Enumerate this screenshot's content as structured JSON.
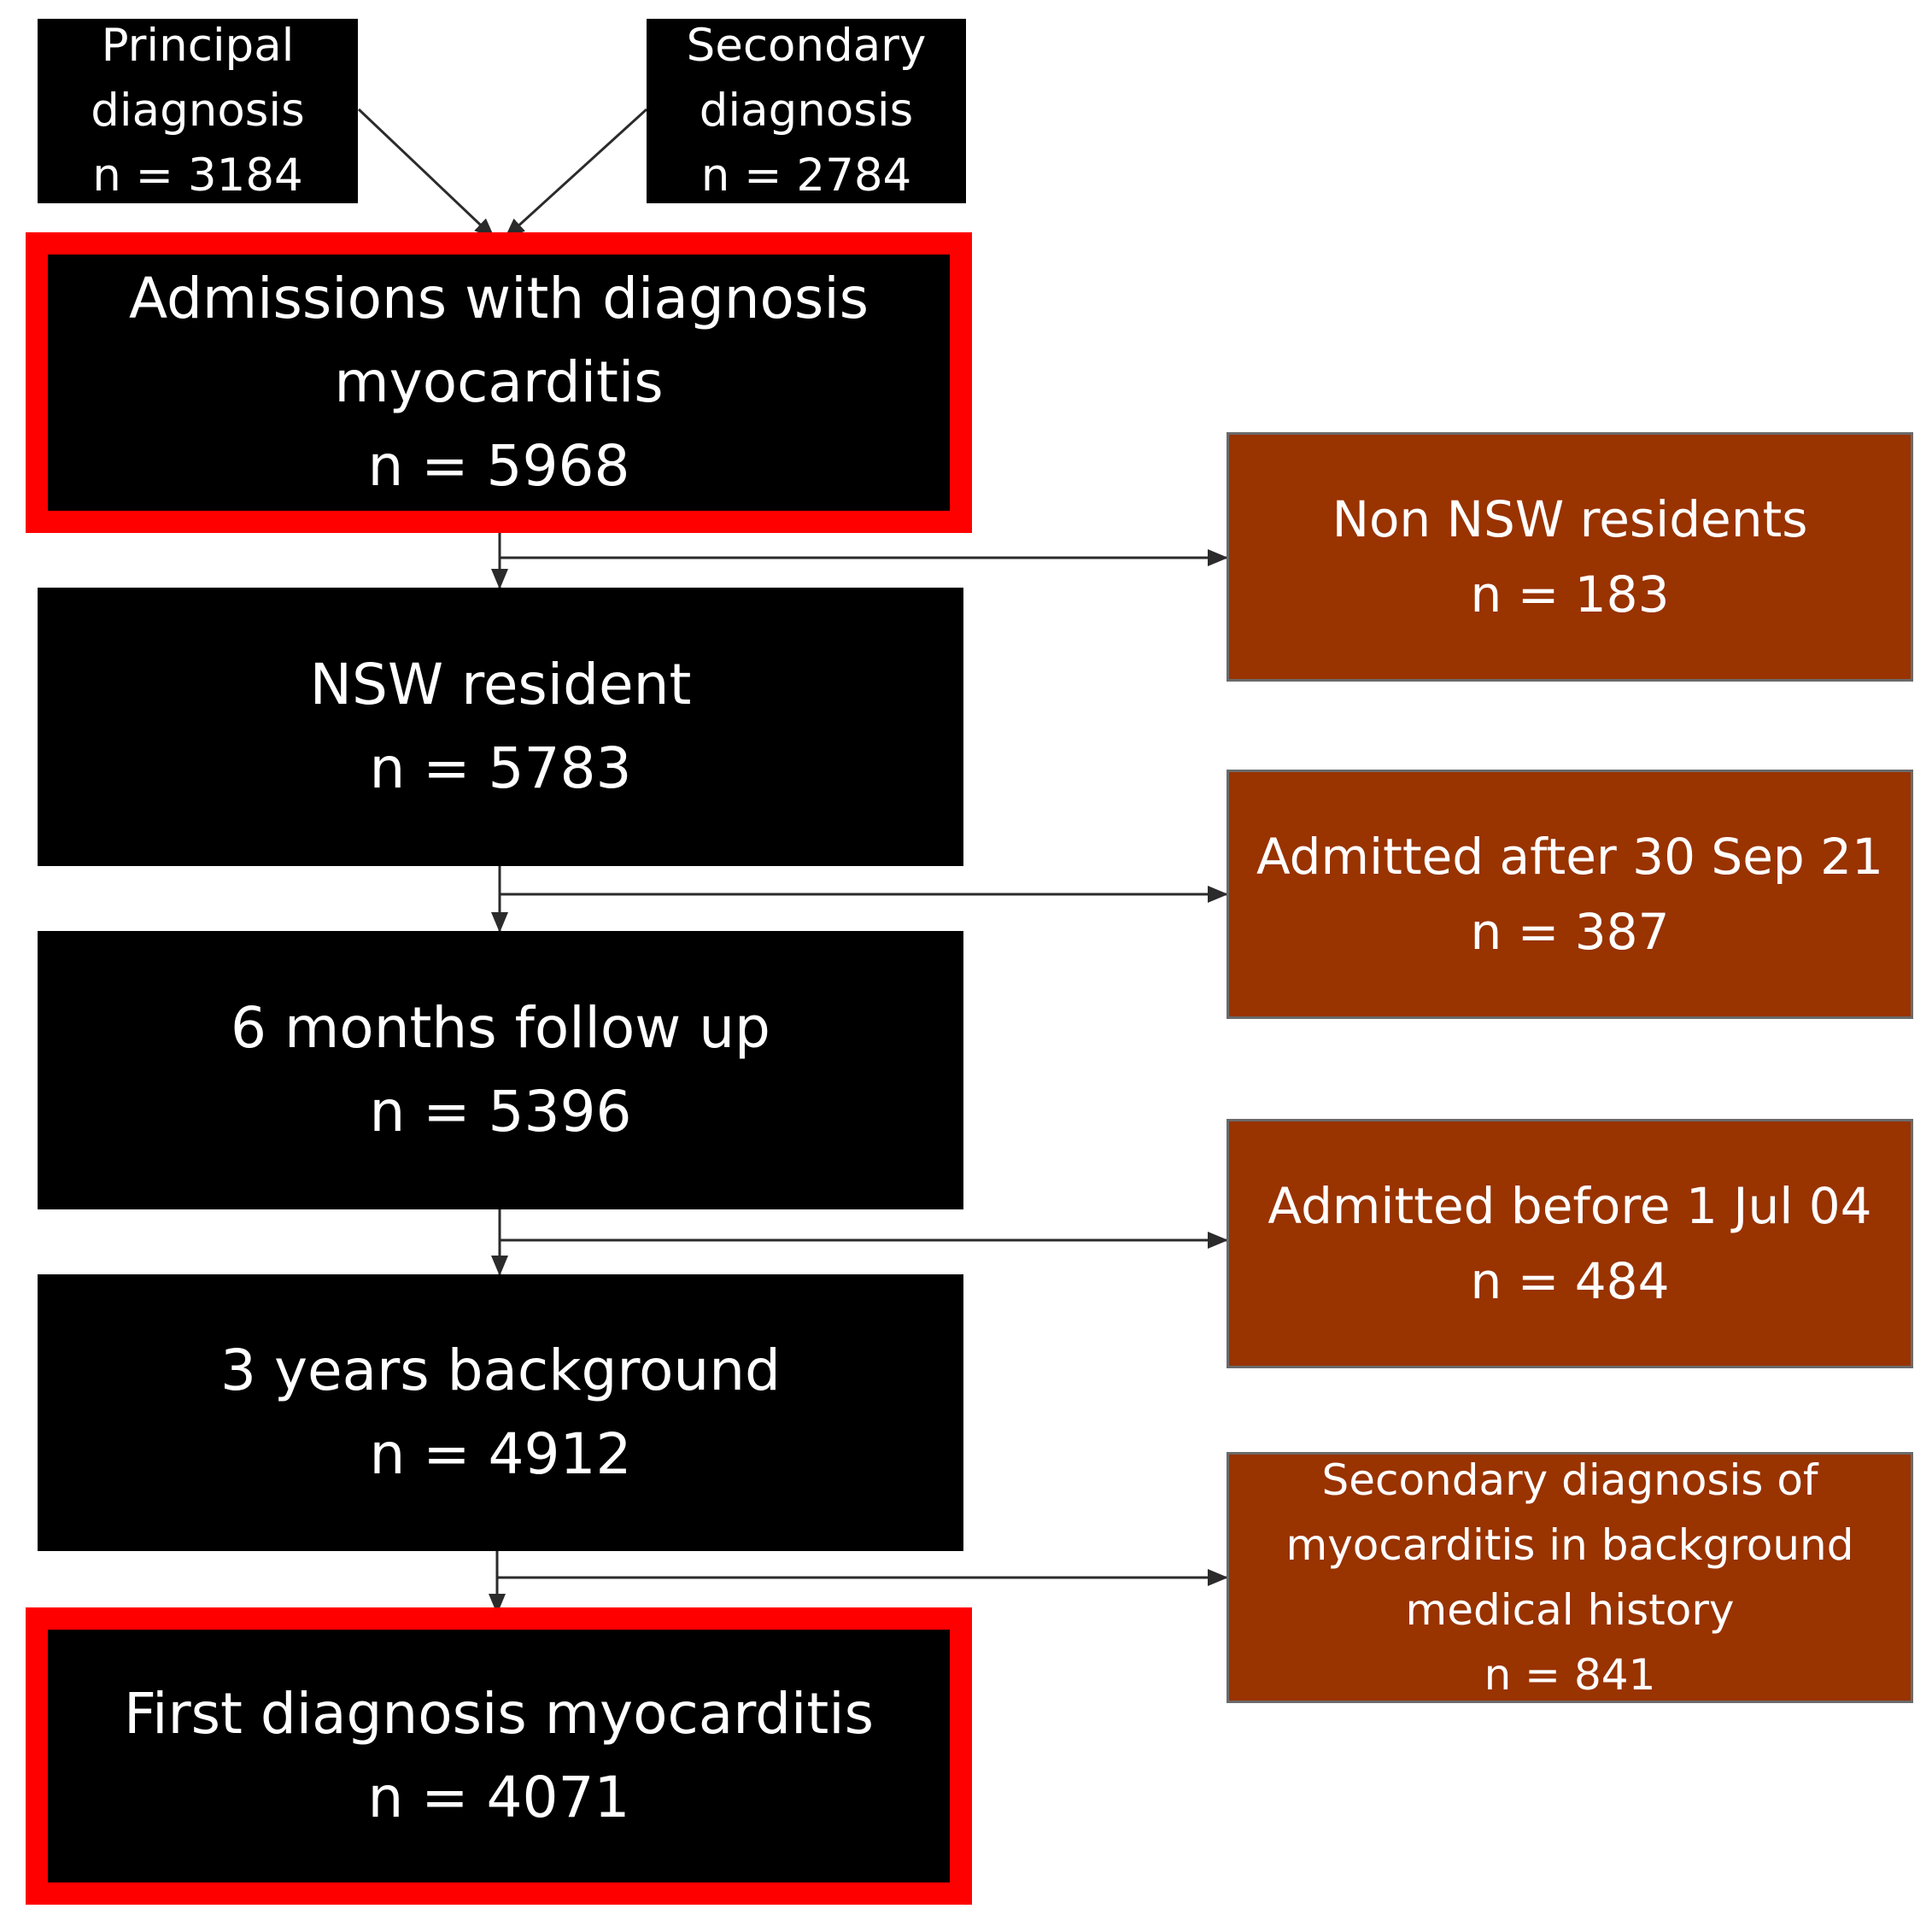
{
  "flowchart": {
    "sources": {
      "principal": {
        "lines": [
          "Principal",
          "diagnosis",
          "n = 3184"
        ]
      },
      "secondary": {
        "lines": [
          "Secondary",
          "diagnosis",
          "n = 2784"
        ]
      }
    },
    "main_steps": [
      {
        "lines": [
          "Admissions with diagnosis",
          "myocarditis",
          "n =  5968"
        ],
        "highlighted": true
      },
      {
        "lines": [
          "NSW resident",
          "n =  5783"
        ],
        "highlighted": false
      },
      {
        "lines": [
          "6 months follow up",
          "n =  5396"
        ],
        "highlighted": false
      },
      {
        "lines": [
          "3 years background",
          "n =  4912"
        ],
        "highlighted": false
      },
      {
        "lines": [
          "First diagnosis myocarditis",
          "n =  4071"
        ],
        "highlighted": true
      }
    ],
    "exclusions": [
      {
        "lines": [
          "Non NSW residents",
          "n = 183"
        ]
      },
      {
        "lines": [
          "Admitted after 30 Sep 21",
          "n = 387"
        ]
      },
      {
        "lines": [
          "Admitted before 1 Jul 04",
          "n = 484"
        ]
      },
      {
        "lines": [
          "Secondary diagnosis of",
          "myocarditis in background",
          "medical history",
          "n = 841"
        ]
      }
    ]
  },
  "colors": {
    "main_box": "#000000",
    "highlight_border": "#ff0000",
    "exclusion_box": "#993300",
    "text": "#ffffff",
    "arrow": "#2b2b2b"
  }
}
